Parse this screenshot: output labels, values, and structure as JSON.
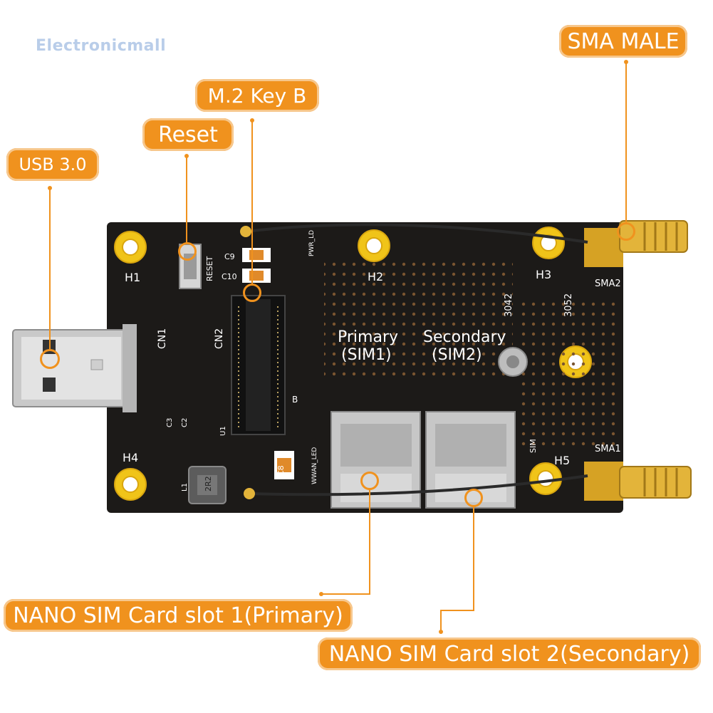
{
  "watermark": "Electronicmall",
  "callouts": {
    "usb": "USB 3.0",
    "reset": "Reset",
    "m2": "M.2 Key B",
    "sma": "SMA MALE",
    "sim1": "NANO SIM Card slot 1(Primary)",
    "sim2": "NANO SIM Card slot 2(Secondary)"
  },
  "board": {
    "primary": "Primary",
    "primary_sim": "(SIM1)",
    "secondary": "Secondary",
    "secondary_sim": "(SIM2)",
    "h1": "H1",
    "h2": "H2",
    "h3": "H3",
    "h4": "H4",
    "h5": "H5",
    "sma1": "SMA1",
    "sma2": "SMA2",
    "cn1": "CN1",
    "cn2": "CN2",
    "size_3042": "3042",
    "size_3052": "3052",
    "reset_silk": "RESET",
    "c9": "C9",
    "c10": "C10",
    "c8": "C8",
    "b": "B",
    "sim_silk": "SIM",
    "wwan_led": "WWAN_LED",
    "pwr_ld": "PWR_LD",
    "l1": "L1",
    "u1": "U1",
    "c3": "C3",
    "c2": "C2",
    "inductor": "2R2"
  }
}
